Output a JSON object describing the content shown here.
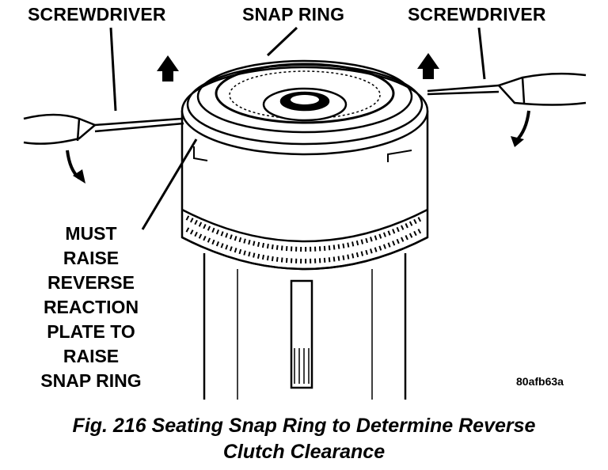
{
  "labels": {
    "screwdriver_left": "SCREWDRIVER",
    "snap_ring": "SNAP RING",
    "screwdriver_right": "SCREWDRIVER",
    "note_lines": [
      "MUST",
      "RAISE",
      "REVERSE",
      "REACTION",
      "PLATE TO",
      "RAISE",
      "SNAP RING"
    ]
  },
  "figure_code": "80afb63a",
  "caption": {
    "line1": "Fig. 216 Seating Snap Ring to Determine Reverse",
    "line2": "Clutch Clearance"
  }
}
